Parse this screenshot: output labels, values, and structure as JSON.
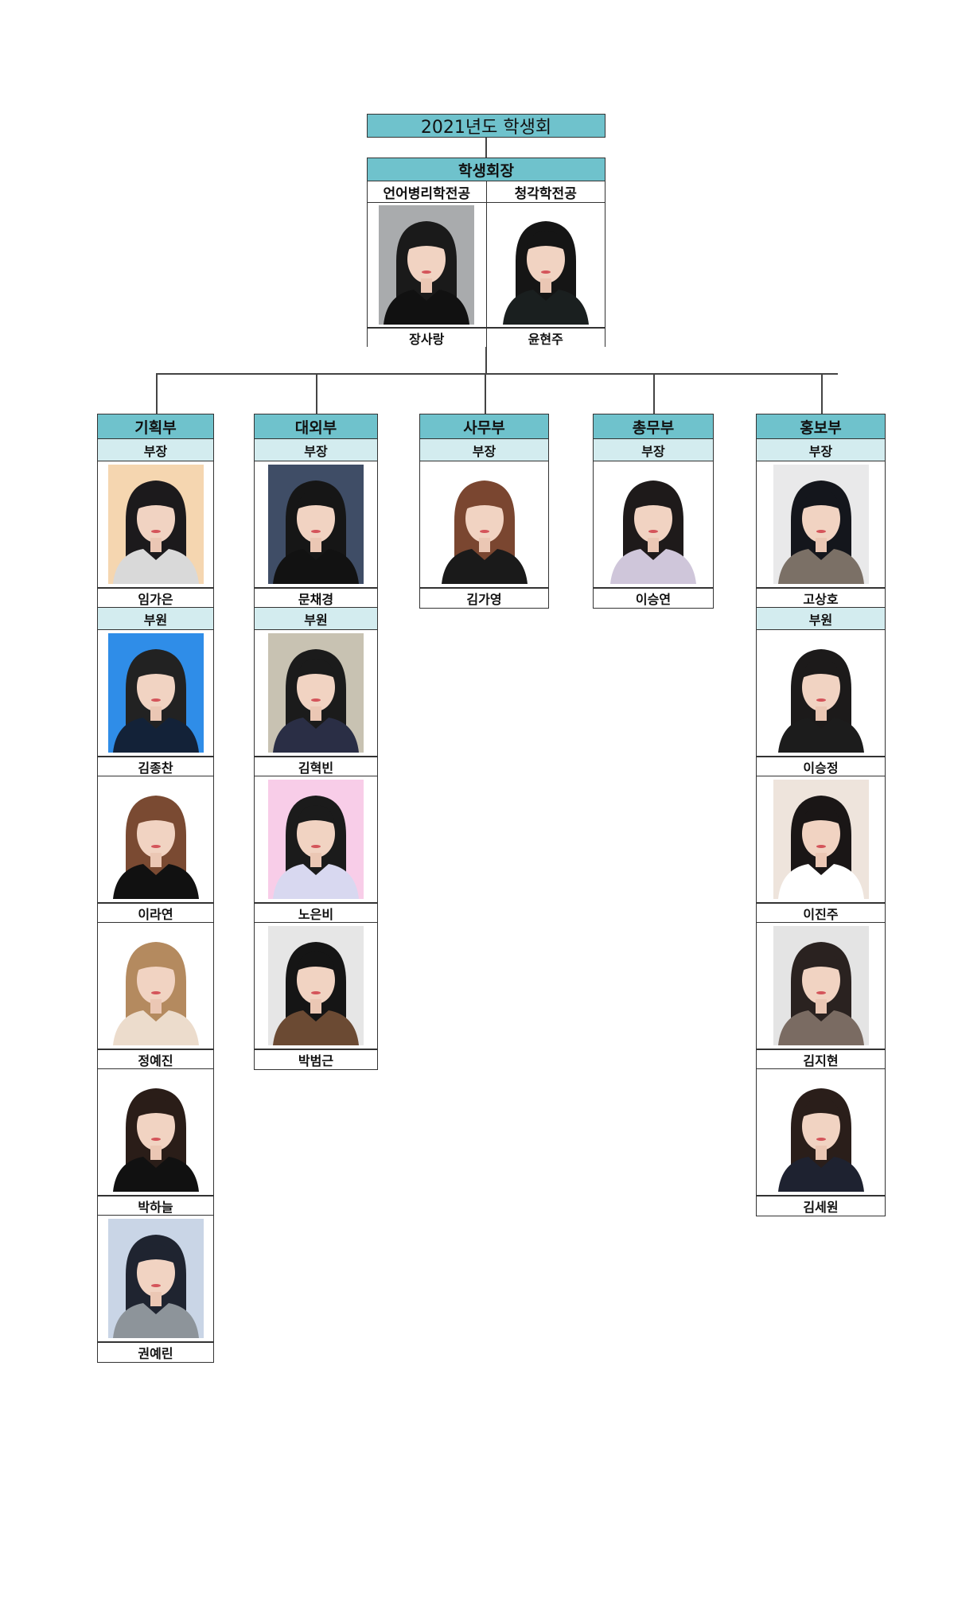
{
  "title": "2021년도 학생회",
  "president": {
    "header": "학생회장",
    "members": [
      {
        "major": "언어병리학전공",
        "name": "장사랑",
        "bg": "#a9abad",
        "hair": "#1a1a1a",
        "shirt": "#111111"
      },
      {
        "major": "청각학전공",
        "name": "윤현주",
        "bg": "#ffffff",
        "hair": "#151515",
        "shirt": "#1a1f1f"
      }
    ]
  },
  "colors": {
    "header": "#6fc2cc",
    "subheader": "#d3ecef",
    "border": "#333333"
  },
  "departments": [
    {
      "name": "기획부",
      "head_label": "부장",
      "head": {
        "name": "임가은",
        "bg": "#f5d6b0",
        "hair": "#1c1a1c",
        "shirt": "#d9d9d9"
      },
      "members_label": "부원",
      "members": [
        {
          "name": "김종찬",
          "bg": "#2f8de8",
          "hair": "#222",
          "shirt": "#132238"
        },
        {
          "name": "이라연",
          "bg": "#ffffff",
          "hair": "#7a4a32",
          "shirt": "#111"
        },
        {
          "name": "정예진",
          "bg": "#ffffff",
          "hair": "#b48a5f",
          "shirt": "#ecdccc"
        },
        {
          "name": "박하늘",
          "bg": "#ffffff",
          "hair": "#2a1d18",
          "shirt": "#111"
        },
        {
          "name": "권예린",
          "bg": "#c9d5e6",
          "hair": "#1f2430",
          "shirt": "#8d949a"
        }
      ]
    },
    {
      "name": "대외부",
      "head_label": "부장",
      "head": {
        "name": "문채경",
        "bg": "#3f4d66",
        "hair": "#161616",
        "shirt": "#121212"
      },
      "members_label": "부원",
      "members": [
        {
          "name": "김혁빈",
          "bg": "#c8c2b2",
          "hair": "#1b1b1b",
          "shirt": "#2a2e45"
        },
        {
          "name": "노은비",
          "bg": "#f8cde8",
          "hair": "#1b1b1b",
          "shirt": "#d8d8f0"
        },
        {
          "name": "박범근",
          "bg": "#e6e6e6",
          "hair": "#151515",
          "shirt": "#6b4a33"
        }
      ]
    },
    {
      "name": "사무부",
      "head_label": "부장",
      "head": {
        "name": "김가영",
        "bg": "#ffffff",
        "hair": "#7a4630",
        "shirt": "#1a1a1a"
      },
      "members_label": "",
      "members": []
    },
    {
      "name": "총무부",
      "head_label": "부장",
      "head": {
        "name": "이승연",
        "bg": "#ffffff",
        "hair": "#1e1a1a",
        "shirt": "#cfc6da"
      },
      "members_label": "",
      "members": []
    },
    {
      "name": "홍보부",
      "head_label": "부장",
      "head": {
        "name": "고상호",
        "bg": "#e9e9ea",
        "hair": "#14161c",
        "shirt": "#7b7066"
      },
      "members_label": "부원",
      "members": [
        {
          "name": "이승정",
          "bg": "#ffffff",
          "hair": "#1c1a1a",
          "shirt": "#1c1c1c"
        },
        {
          "name": "이진주",
          "bg": "#eee4dc",
          "hair": "#1a1616",
          "shirt": "#ffffff"
        },
        {
          "name": "김지현",
          "bg": "#e4e4e4",
          "hair": "#2a2220",
          "shirt": "#7a6b62"
        },
        {
          "name": "김세원",
          "bg": "#ffffff",
          "hair": "#2a1e1a",
          "shirt": "#1e2230"
        }
      ]
    }
  ]
}
